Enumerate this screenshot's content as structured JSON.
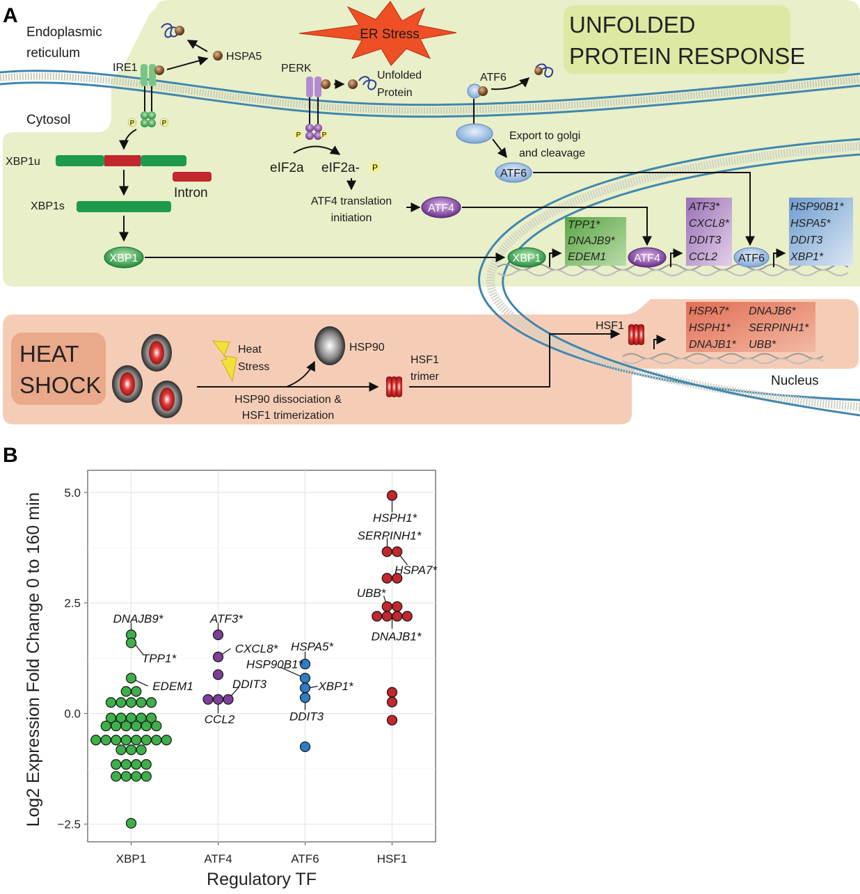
{
  "panel_a": {
    "letter": "A",
    "upr_title": [
      "UNFOLDED",
      "PROTEIN RESPONSE"
    ],
    "heat_shock_title": [
      "HEAT",
      "SHOCK"
    ],
    "er_stress": "ER Stress",
    "compartments": {
      "er": [
        "Endoplasmic",
        "reticulum"
      ],
      "cytosol": "Cytosol",
      "nucleus": "Nucleus"
    },
    "ire1_branch": {
      "ire1": "IRE1",
      "hspa5": "HSPA5",
      "phospho": "P",
      "xbp1u": "XBP1u",
      "intron": "Intron",
      "xbp1s": "XBP1s",
      "xbp1": "XBP1"
    },
    "perk_branch": {
      "perk": "PERK",
      "unfolded_protein": [
        "Unfolded",
        "Protein"
      ],
      "eif2a": "eIF2a",
      "eif2a_p": "eIF2a-",
      "atf4_translation": [
        "ATF4 translation",
        "initiation"
      ],
      "atf4": "ATF4"
    },
    "atf6_branch": {
      "atf6": "ATF6",
      "export": [
        "Export to golgi",
        "and cleavage"
      ]
    },
    "nuclear_targets": {
      "xbp1": {
        "tf": "XBP1",
        "genes": [
          "TPP1*",
          "DNAJB9*",
          "EDEM1"
        ],
        "color": "#62a84c"
      },
      "atf4": {
        "tf": "ATF4",
        "genes": [
          "ATF3*",
          "CXCL8*",
          "DDIT3",
          "CCL2"
        ],
        "color": "#a67cbc"
      },
      "atf6": {
        "tf": "ATF6",
        "genes": [
          "HSP90B1*",
          "HSPA5*",
          "DDIT3",
          "XBP1*"
        ],
        "color": "#7fa6d2"
      },
      "hsf1": {
        "tf": "HSF1",
        "genes_col1": [
          "HSPA7*",
          "HSPH1*",
          "DNAJB1*"
        ],
        "genes_col2": [
          "DNAJB6*",
          "SERPINH1*",
          "UBB*"
        ],
        "color": "#d8604a"
      }
    },
    "heat_shock": {
      "heat_stress": [
        "Heat",
        "Stress"
      ],
      "hsp90": "HSP90",
      "hsf1_trimer": [
        "HSF1",
        "trimer"
      ],
      "dissociation": [
        "HSP90 dissociation &",
        "HSF1 trimerization"
      ]
    },
    "colors": {
      "upr_bg": "#e8efc9",
      "heat_bg": "#f5cdb6",
      "upr_title_bg": "#dde8a3",
      "heat_title_bg": "#eaa98a",
      "er_stress": "#ee4f24",
      "membrane": "#3f86b0"
    }
  },
  "panel_b": {
    "letter": "B"
  },
  "chart_data": {
    "type": "scatter",
    "title": "",
    "xlabel": "Regulatory TF",
    "ylabel": "Log2 Expression Fold Change 0 to 160 min",
    "categories": [
      "XBP1",
      "ATF4",
      "ATF6",
      "HSF1"
    ],
    "yticks": [
      "5.0",
      "2.5",
      "0.0",
      "−2.5"
    ],
    "ylim": [
      -2.9,
      5.5
    ],
    "grid": true,
    "series": [
      {
        "category": "XBP1",
        "color": "#3db04a",
        "values": [
          1.78,
          1.6,
          0.8,
          0.5,
          0.5,
          0.25,
          0.25,
          0.25,
          0.25,
          0.25,
          -0.1,
          -0.1,
          -0.1,
          -0.1,
          -0.1,
          -0.28,
          -0.28,
          -0.28,
          -0.28,
          -0.28,
          -0.28,
          -0.6,
          -0.6,
          -0.6,
          -0.6,
          -0.6,
          -0.6,
          -0.6,
          -0.6,
          -0.82,
          -0.82,
          -0.82,
          -1.15,
          -1.15,
          -1.15,
          -1.15,
          -1.42,
          -1.42,
          -1.42,
          -1.42,
          -2.48
        ]
      },
      {
        "category": "ATF4",
        "color": "#7d3f98",
        "values": [
          1.78,
          1.28,
          0.88,
          0.32,
          0.32,
          0.32
        ]
      },
      {
        "category": "ATF6",
        "color": "#2f7dc4",
        "values": [
          1.12,
          0.8,
          0.58,
          0.36,
          -0.75
        ]
      },
      {
        "category": "HSF1",
        "color": "#c1272d",
        "values": [
          4.93,
          3.66,
          3.66,
          3.06,
          3.06,
          2.42,
          2.42,
          2.2,
          2.2,
          2.2,
          2.2,
          0.48,
          0.26,
          -0.15
        ]
      }
    ],
    "annotations": [
      {
        "text": "DNAJB9*",
        "category": "XBP1",
        "y": 2.15
      },
      {
        "text": "TPP1*",
        "category": "XBP1",
        "y": 1.25
      },
      {
        "text": "EDEM1",
        "category": "XBP1",
        "y": 0.62
      },
      {
        "text": "ATF3*",
        "category": "ATF4",
        "y": 2.15
      },
      {
        "text": "CXCL8*",
        "category": "ATF4",
        "y": 1.47
      },
      {
        "text": "DDIT3",
        "category": "ATF4",
        "y": 0.67
      },
      {
        "text": "CCL2",
        "category": "ATF4",
        "y": -0.12
      },
      {
        "text": "HSPA5*",
        "category": "ATF6",
        "y": 1.52
      },
      {
        "text": "HSP90B1*",
        "category": "ATF6",
        "y": 1.12
      },
      {
        "text": "XBP1*",
        "category": "ATF6",
        "y": 0.62
      },
      {
        "text": "DDIT3",
        "category": "ATF6",
        "y": -0.06
      },
      {
        "text": "HSPH1*",
        "category": "HSF1",
        "y": 4.43
      },
      {
        "text": "SERPINH1*",
        "category": "HSF1",
        "y": 4.03
      },
      {
        "text": "HSPA7*",
        "category": "HSF1",
        "y": 3.25
      },
      {
        "text": "UBB*",
        "category": "HSF1",
        "y": 2.73
      },
      {
        "text": "DNAJB1*",
        "category": "HSF1",
        "y": 1.75
      }
    ]
  }
}
